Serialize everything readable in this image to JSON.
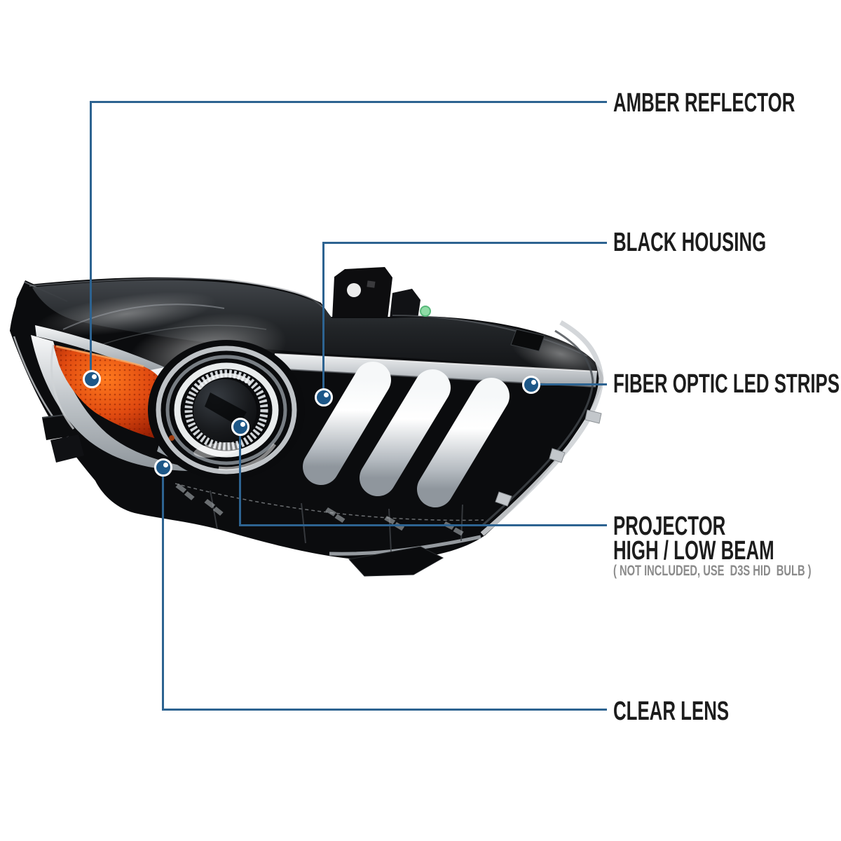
{
  "figure": {
    "type": "product-callout-diagram",
    "background": "#ffffff"
  },
  "colors": {
    "callout_line": "#2d6391",
    "callout_dot": "#1d5787",
    "label_text": "#1c1c1c",
    "note_text": "#8b8b8b",
    "amber": "#e04a10",
    "housing_black": "#0b0c0e",
    "chrome": "#d7dadd",
    "green_dot": "#8fdca6"
  },
  "callouts": [
    {
      "id": "amber-reflector",
      "label": "AMBER REFLECTOR"
    },
    {
      "id": "black-housing",
      "label": "BLACK HOUSING"
    },
    {
      "id": "fiber-optic-led-strips",
      "label": "FIBER OPTIC LED STRIPS"
    },
    {
      "id": "projector",
      "label": "PROJECTOR",
      "label2": "HIGH / LOW BEAM",
      "note": "( NOT INCLUDED, USE  D3S HID  BULB )"
    },
    {
      "id": "clear-lens",
      "label": "CLEAR LENS"
    }
  ]
}
